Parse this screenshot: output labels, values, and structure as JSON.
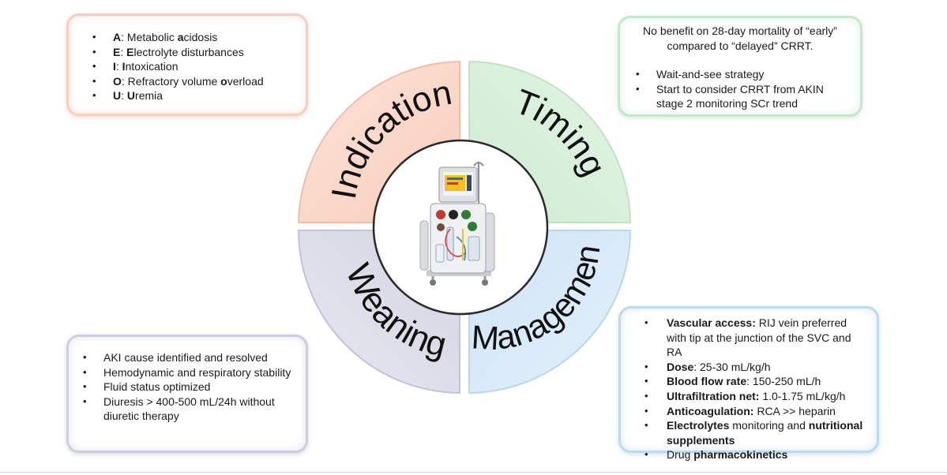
{
  "quadrants": {
    "indication": {
      "title": "Indication",
      "color": "#fbdcce"
    },
    "timing": {
      "title": "Timing",
      "color": "#d9f0dc"
    },
    "weaning": {
      "title": "Weaning",
      "color": "#dfdfeb"
    },
    "management": {
      "title": "Management",
      "color": "#d8eaf8"
    }
  },
  "center": {
    "icon": "crrt-machine-icon"
  },
  "indication_box": {
    "items": [
      {
        "k1": "A",
        "s1": ": Metabolic ",
        "k2": "a",
        "s2": "cidosis"
      },
      {
        "k1": "E",
        "s1": ": ",
        "k2": "E",
        "s2": "lectrolyte disturbances"
      },
      {
        "k1": "I",
        "s1": ": ",
        "k2": "I",
        "s2": "ntoxication"
      },
      {
        "k1": "O",
        "s1": ": Refractory volume ",
        "k2": "o",
        "s2": "verload"
      },
      {
        "k1": "U",
        "s1": ": ",
        "k2": "U",
        "s2": "remia"
      }
    ]
  },
  "timing_box": {
    "intro": "No benefit on 28-day mortality of “early” compared to “delayed” CRRT.",
    "items": [
      "Wait-and-see strategy",
      "Start to consider CRRT from AKIN stage 2 monitoring SCr trend"
    ]
  },
  "weaning_box": {
    "items": [
      "AKI cause identified and resolved",
      "Hemodynamic and respiratory stability",
      "Fluid status optimized",
      "Diuresis > 400-500 mL/24h without diuretic therapy"
    ]
  },
  "management_box": {
    "items": {
      "vascular": {
        "label": "Vascular access:",
        "text": " RIJ vein preferred with tip at the junction of the SVC and RA"
      },
      "dose": {
        "label": "Dose",
        "text": ": 25-30 mL/kg/h"
      },
      "blood_flow": {
        "label": "Blood flow rate",
        "text": ": 150-250 mL/h"
      },
      "ultrafiltration": {
        "label": "Ultrafiltration net:",
        "text": " 1.0-1.75 mL/kg/h"
      },
      "anticoagulation": {
        "label": "Anticoagulation:",
        "text": " RCA >> heparin"
      },
      "electrolytes": {
        "label1": "Electrolytes",
        "mid": " monitoring and ",
        "label2": "nutritional supplements"
      },
      "drug": {
        "text": "Drug ",
        "label": "pharmacokinetics"
      }
    }
  },
  "colors": {
    "indication_border": "#f8cfbd",
    "timing_border": "#c3e9cb",
    "weaning_border": "#cdcfe0",
    "management_border": "#bcdaf0"
  }
}
